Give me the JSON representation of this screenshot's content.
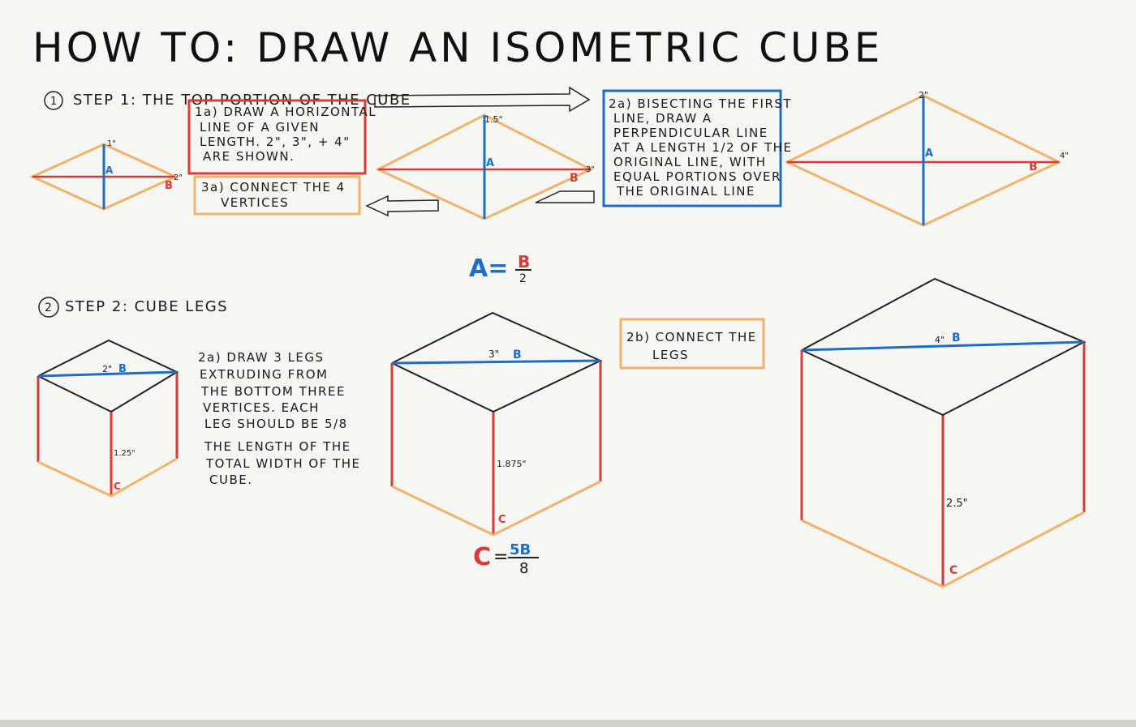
{
  "title": "HOW TO: DRAW AN ISOMETRIC CUBE",
  "step1": {
    "marker": "1",
    "heading": "STEP 1: THE TOP PORTION OF THE CUBE",
    "note_1a": [
      "1a) DRAW A HORIZONTAL",
      "LINE OF A GIVEN",
      "LENGTH. 2\", 3\", + 4\"",
      "ARE SHOWN."
    ],
    "note_3a": [
      "3a) CONNECT THE 4",
      "VERTICES"
    ],
    "note_2a": [
      "2a) BISECTING THE FIRST",
      "LINE, DRAW A",
      "PERPENDICULAR LINE",
      "AT A LENGTH 1/2 OF THE",
      "ORIGINAL LINE, WITH",
      "EQUAL PORTIONS OVER",
      "THE ORIGINAL LINE"
    ],
    "diamonds": [
      {
        "vert_label": "1\"",
        "horiz_label": "2\"",
        "a": "A",
        "b": "B"
      },
      {
        "vert_label": "1.5\"",
        "horiz_label": "3\"",
        "a": "A",
        "b": "B"
      },
      {
        "vert_label": "2\"",
        "horiz_label": "4\"",
        "a": "A",
        "b": "B"
      }
    ]
  },
  "formula_a": {
    "lhs": "A=",
    "num": "B",
    "den": "2"
  },
  "step2": {
    "marker": "2",
    "heading": "STEP 2: CUBE LEGS",
    "note_2a": [
      "2a) DRAW 3 LEGS",
      "EXTRUDING FROM",
      "THE BOTTOM THREE",
      "VERTICES. EACH",
      "LEG SHOULD BE 5/8",
      "THE LENGTH OF THE",
      "TOTAL WIDTH OF THE",
      "CUBE."
    ],
    "note_2b": [
      "2b) CONNECT THE",
      "LEGS"
    ],
    "cubes": [
      {
        "width_label": "2\"",
        "b": "B",
        "leg_label": "1.25\"",
        "c": "C"
      },
      {
        "width_label": "3\"",
        "b": "B",
        "leg_label": "1.875\"",
        "c": "C"
      },
      {
        "width_label": "4\"",
        "b": "B",
        "leg_label": "2.5\"",
        "c": "C"
      }
    ]
  },
  "formula_c": {
    "lhs": "C",
    "eq": "=",
    "num": "5B",
    "den": "8"
  },
  "colors": {
    "board": "#f6f6f4",
    "red": "#d93a3a",
    "blue": "#1e6ec8",
    "orange": "#f2b36a",
    "ink": "#1a1a1a"
  }
}
